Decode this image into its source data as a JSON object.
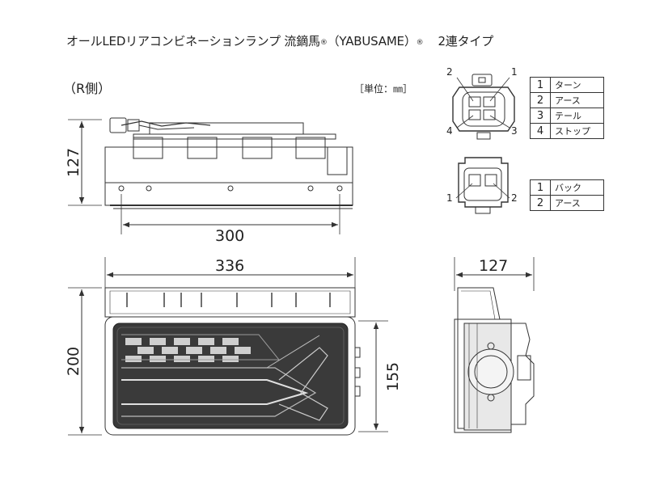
{
  "title": {
    "main": "オールLEDリアコンビネーションランプ 流鏑馬",
    "reg1": "®",
    "brand": "（YABUSAME）",
    "reg2": "®",
    "suffix": "2連タイプ"
  },
  "side_label": "（R側）",
  "unit_label": "［単位：㎜］",
  "dimensions": {
    "top_height": "127",
    "top_width": "300",
    "front_width": "336",
    "front_height": "200",
    "lens_height": "155",
    "side_depth": "127"
  },
  "connector_4pin": {
    "pin_numbers": [
      "2",
      "1",
      "4",
      "3"
    ],
    "table": [
      {
        "num": "1",
        "label": "ターン"
      },
      {
        "num": "2",
        "label": "アース"
      },
      {
        "num": "3",
        "label": "テール"
      },
      {
        "num": "4",
        "label": "ストップ"
      }
    ]
  },
  "connector_2pin": {
    "pin_numbers": [
      "1",
      "2"
    ],
    "table": [
      {
        "num": "1",
        "label": "バック"
      },
      {
        "num": "2",
        "label": "アース"
      }
    ]
  },
  "colors": {
    "line": "#333333",
    "lens_dark": "#3a3a3a",
    "light_bar": "#cfcfcf"
  }
}
